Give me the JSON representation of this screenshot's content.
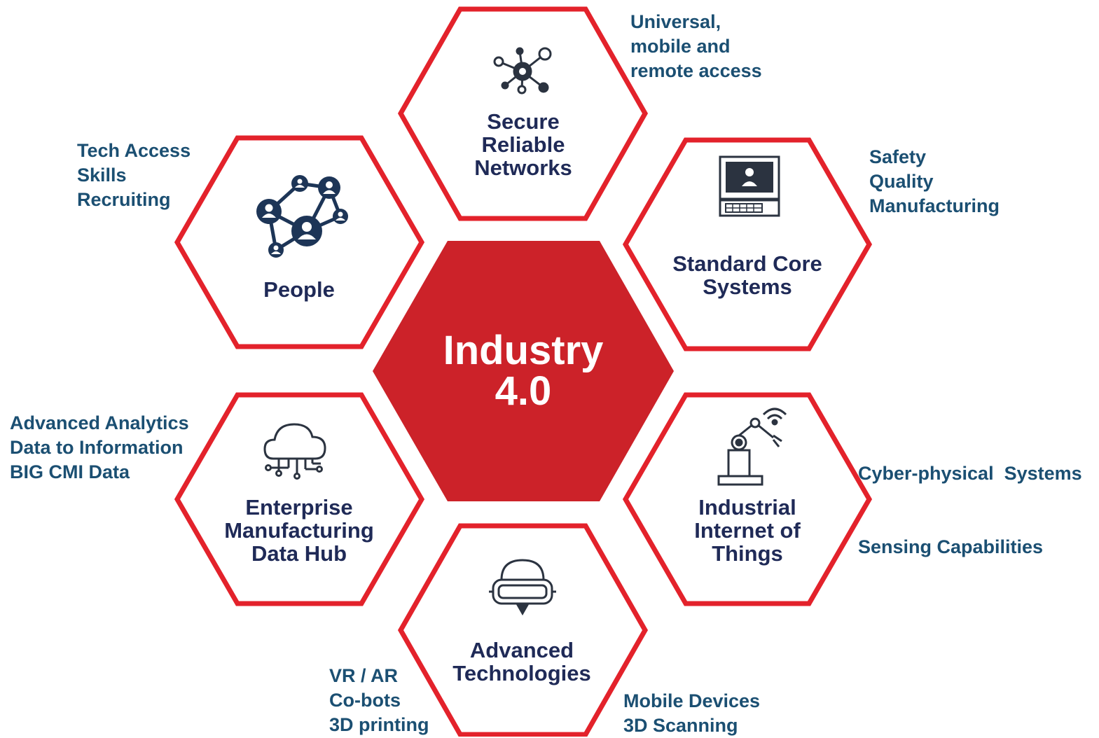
{
  "center": {
    "lines": [
      "Industry",
      "4.0"
    ],
    "fill_color": "#cc2229"
  },
  "hexagons": [
    {
      "id": "networks",
      "title_lines": [
        "Secure",
        "Reliable",
        "Networks"
      ],
      "icon": "network-hub-icon",
      "notes": [
        "Universal,",
        "mobile and",
        "remote access"
      ]
    },
    {
      "id": "core-systems",
      "title_lines": [
        "Standard Core",
        "Systems"
      ],
      "icon": "computer-terminal-icon",
      "notes": [
        "Safety",
        "Quality",
        "Manufacturing"
      ]
    },
    {
      "id": "iiot",
      "title_lines": [
        "Industrial",
        "Internet of",
        "Things"
      ],
      "icon": "robot-arm-wifi-icon",
      "notes": [
        "Cyber-physical  Systems",
        "Sensing Capabilities"
      ]
    },
    {
      "id": "advanced-tech",
      "title_lines": [
        "Advanced",
        "Technologies"
      ],
      "icon": "vr-headset-icon",
      "notes_left": [
        "VR / AR",
        "Co-bots",
        "3D printing"
      ],
      "notes_right": [
        "Mobile Devices",
        "3D Scanning"
      ]
    },
    {
      "id": "data-hub",
      "title_lines": [
        "Enterprise",
        "Manufacturing",
        "Data Hub"
      ],
      "icon": "cloud-circuit-icon",
      "notes": [
        "Advanced Analytics",
        "Data to Information",
        "BIG CMI Data"
      ]
    },
    {
      "id": "people",
      "title_lines": [
        "People"
      ],
      "icon": "people-network-icon",
      "notes": [
        "Tech Access",
        "Skills",
        "Recruiting"
      ]
    }
  ],
  "colors": {
    "hex_border": "#e3222b",
    "hex_title": "#1f2a57",
    "note_text": "#1b4f72",
    "icon": "#2b3340"
  }
}
